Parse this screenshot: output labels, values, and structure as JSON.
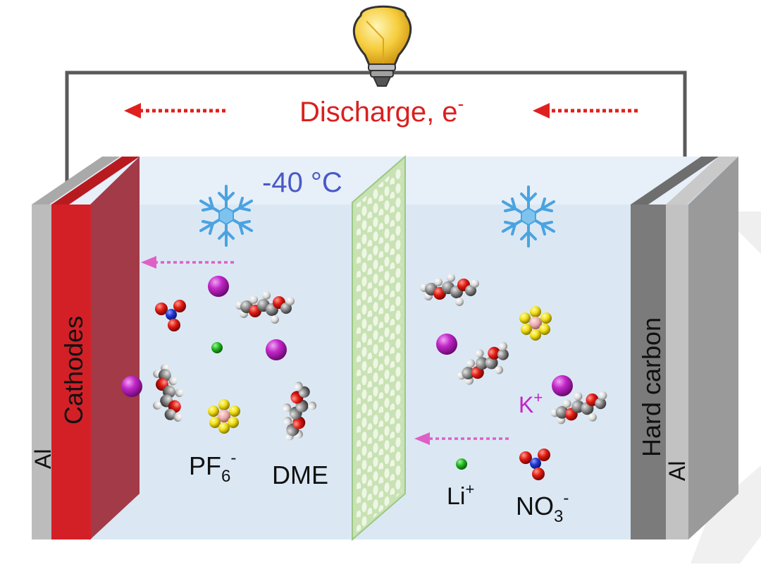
{
  "discharge": {
    "label": "Discharge, e",
    "superscript": "-",
    "color": "#d9201f"
  },
  "temperature": {
    "label": "-40 °C",
    "color": "#4a58c8"
  },
  "electrodes": {
    "cathode_label": "Cathodes",
    "anode_label": "Hard carbon",
    "current_collector_left": "Al",
    "current_collector_right": "Al",
    "cathode_color": "#d32027",
    "anode_color": "#7b7b7b"
  },
  "species": {
    "pf6": {
      "base": "PF",
      "sub": "6",
      "sup": "-"
    },
    "dme": {
      "label": "DME"
    },
    "li": {
      "base": "Li",
      "sup": "+"
    },
    "k": {
      "base": "K",
      "sup": "+",
      "color": "#c225c8"
    },
    "no3": {
      "base": "NO",
      "sub": "3",
      "sup": "-"
    }
  },
  "colors": {
    "electrolyte": "#dbe8f4",
    "separator": "#c9e2b4",
    "wire": "#5a5a5a",
    "ion_arrow": "#e05fc6",
    "electron_arrow": "#e0201e",
    "snowflake": "#4aa3e0"
  },
  "icons": [
    "light-bulb-icon",
    "snowflake-icon",
    "snowflake-icon"
  ]
}
